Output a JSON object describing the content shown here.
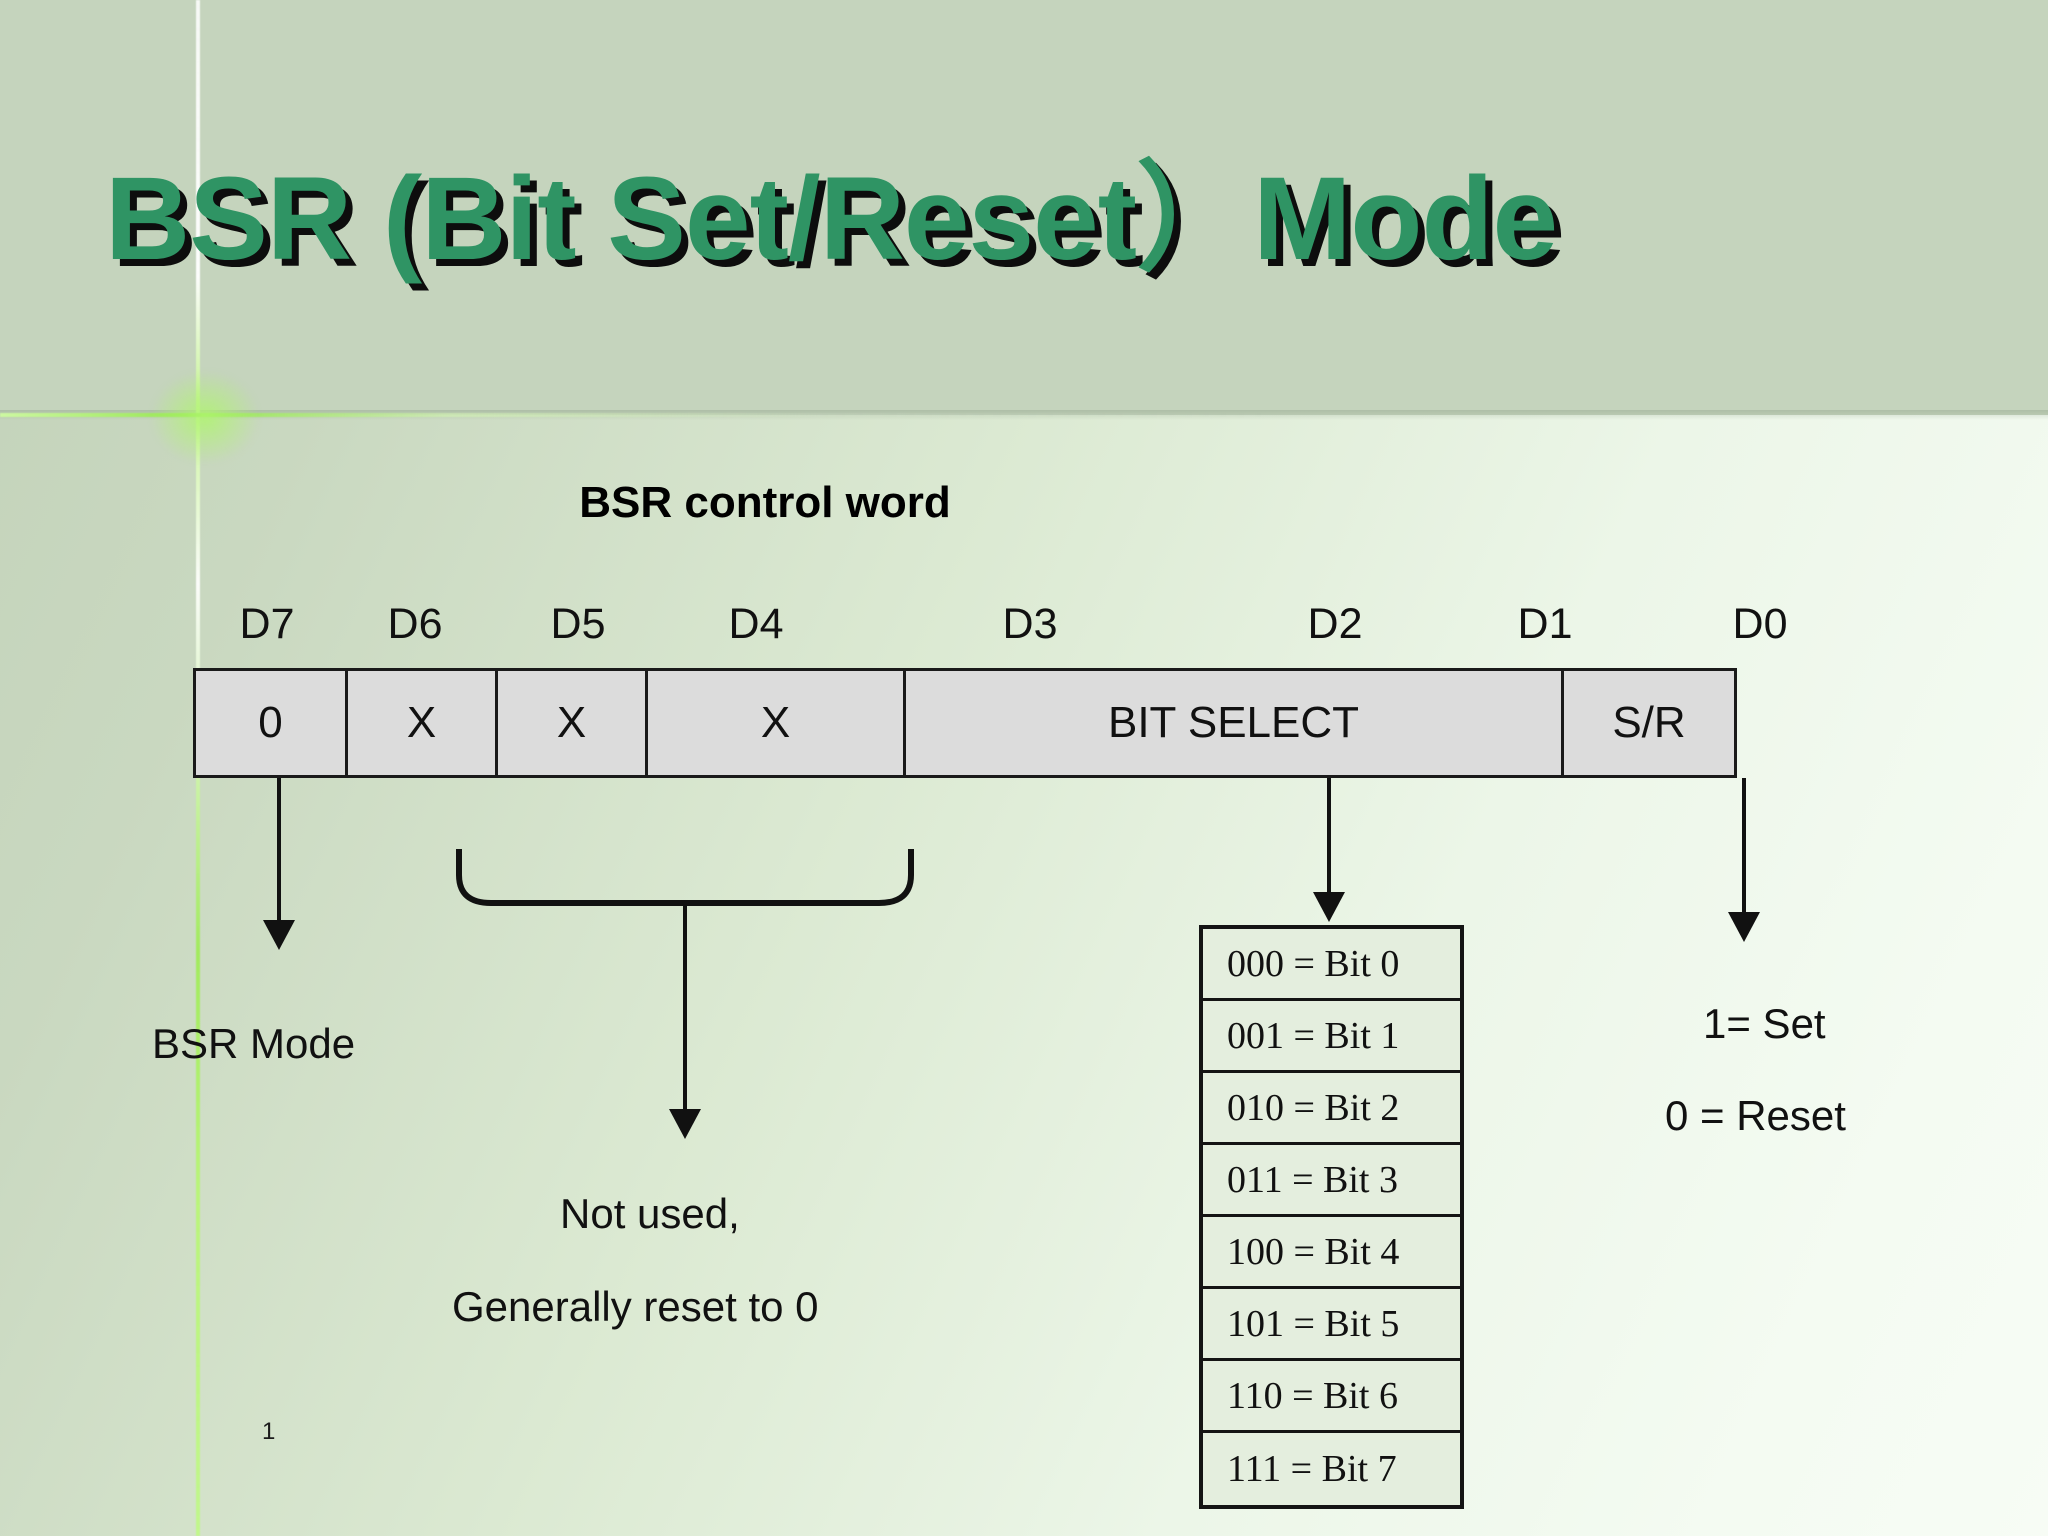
{
  "slide": {
    "title": "BSR (Bit Set/Reset）Mode",
    "number": "1",
    "accent_color": "#8ee04a",
    "title_color": "#2f9464",
    "header_band_color": "#c5d4bd"
  },
  "control_word": {
    "caption": "BSR control word",
    "bit_labels": [
      "D7",
      "D6",
      "D5",
      "D4",
      "D3",
      "D2",
      "D1",
      "D0"
    ],
    "cells": [
      {
        "text": "0",
        "span": 1
      },
      {
        "text": "X",
        "span": 1
      },
      {
        "text": "X",
        "span": 1
      },
      {
        "text": "X",
        "span": 1
      },
      {
        "text": "BIT SELECT",
        "span": 3
      },
      {
        "text": "S/R",
        "span": 1
      }
    ]
  },
  "annotations": {
    "bsr_mode": "BSR Mode",
    "not_used_line1": "Not used,",
    "not_used_line2": "Generally reset to 0",
    "sr_set": "1= Set",
    "sr_reset": "0 = Reset"
  },
  "bit_select_table": {
    "rows": [
      "000 = Bit 0",
      "001 = Bit 1",
      "010 = Bit 2",
      "011 = Bit 3",
      "100 = Bit 4",
      "101 = Bit 5",
      "110 = Bit 6",
      "111 = Bit 7"
    ]
  }
}
